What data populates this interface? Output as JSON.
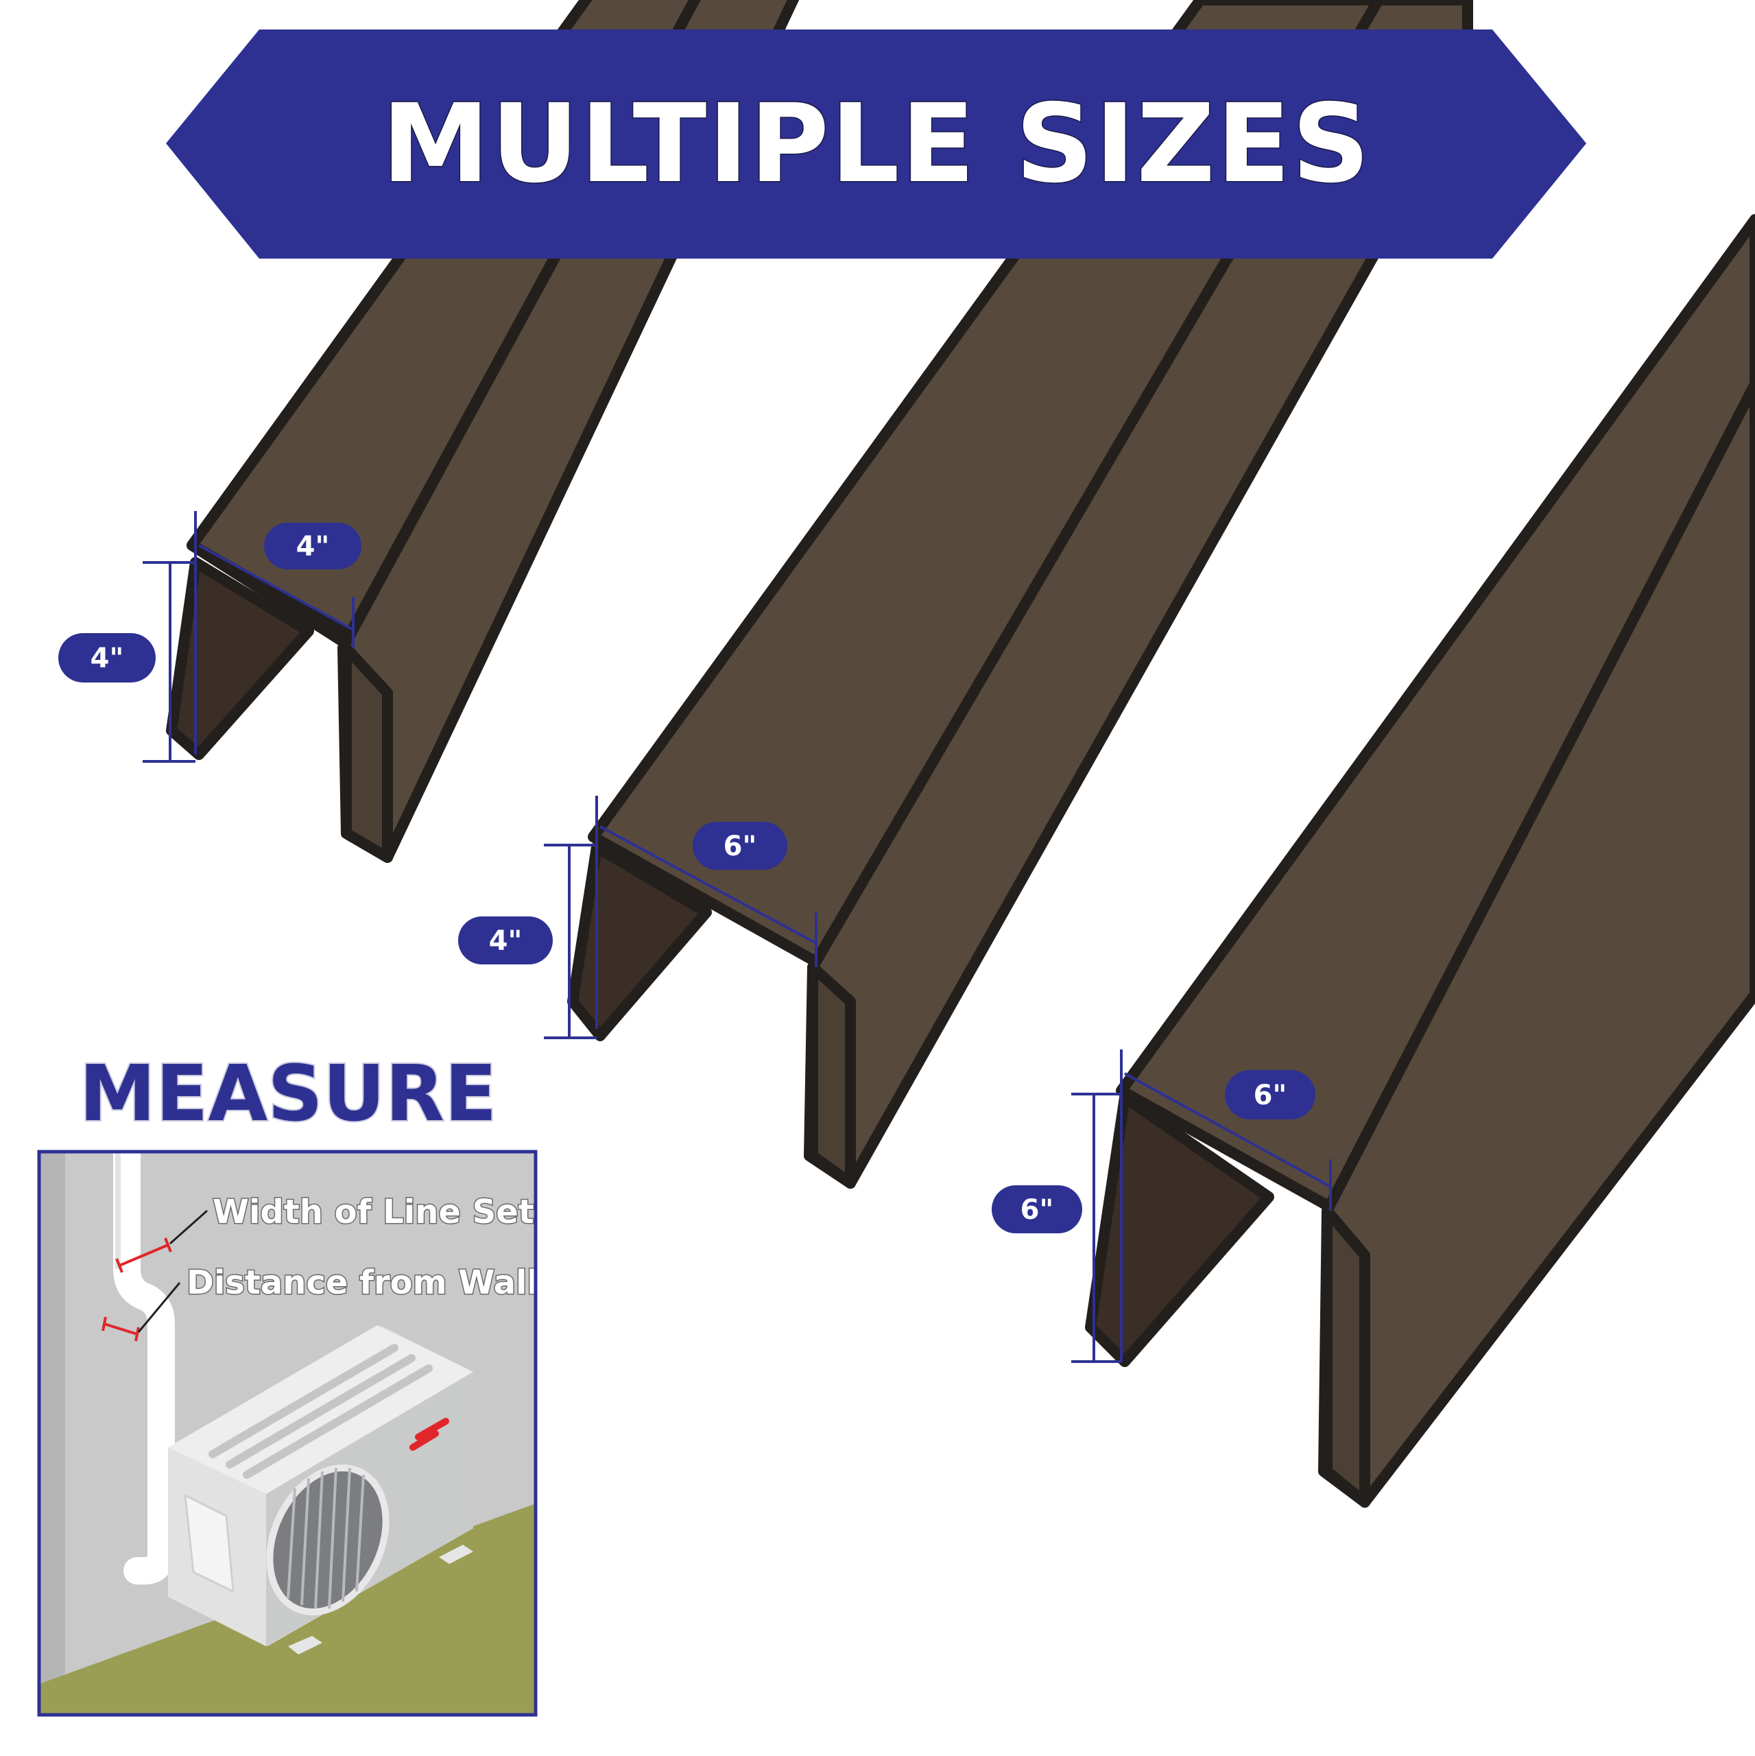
{
  "banner": {
    "title": "MULTIPLE SIZES",
    "color": "#2e3192"
  },
  "channels": [
    {
      "width_label": "4\"",
      "height_label": "4\""
    },
    {
      "width_label": "6\"",
      "height_label": "4\""
    },
    {
      "width_label": "6\"",
      "height_label": "6\""
    }
  ],
  "measure": {
    "title": "MEASURE",
    "callouts": {
      "width": "Width of Line Set",
      "distance": "Distance from Wall"
    }
  },
  "colors": {
    "accent": "#2e3192",
    "channel_fill": "#574a3d",
    "channel_outline": "#231f1c",
    "wall": "#c8c9c8",
    "ground": "#9a9e55",
    "measure_marks": "#e0262b"
  }
}
